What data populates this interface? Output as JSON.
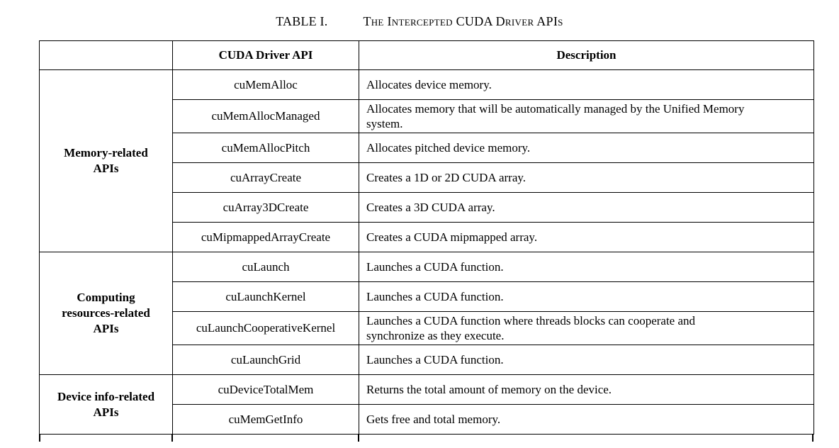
{
  "caption": {
    "label": "TABLE I.",
    "title": "The Intercepted CUDA Driver APIs"
  },
  "table": {
    "headers": {
      "category": "",
      "api": "CUDA Driver API",
      "description": "Description"
    },
    "groups": [
      {
        "name": "Memory-related\nAPIs",
        "rows": [
          {
            "api": "cuMemAlloc",
            "description": "Allocates device memory."
          },
          {
            "api": "cuMemAllocManaged",
            "description": "Allocates memory that will be automatically managed by the Unified Memory\nsystem."
          },
          {
            "api": "cuMemAllocPitch",
            "description": "Allocates pitched device memory."
          },
          {
            "api": "cuArrayCreate",
            "description": "Creates a 1D or 2D CUDA array."
          },
          {
            "api": "cuArray3DCreate",
            "description": "Creates a 3D CUDA array."
          },
          {
            "api": "cuMipmappedArrayCreate",
            "description": "Creates a CUDA mipmapped array."
          }
        ]
      },
      {
        "name": "Computing\nresources-related\nAPIs",
        "rows": [
          {
            "api": "cuLaunch",
            "description": "Launches a CUDA function."
          },
          {
            "api": "cuLaunchKernel",
            "description": "Launches a CUDA function."
          },
          {
            "api": "cuLaunchCooperativeKernel",
            "description": "Launches a CUDA function where threads blocks can cooperate and\nsynchronize as they execute."
          },
          {
            "api": "cuLaunchGrid",
            "description": "Launches a CUDA function."
          }
        ]
      },
      {
        "name": "Device info-related\nAPIs",
        "rows": [
          {
            "api": "cuDeviceTotalMem",
            "description": "Returns the total amount of memory on the device."
          },
          {
            "api": "cuMemGetInfo",
            "description": "Gets free and total memory."
          }
        ]
      }
    ]
  }
}
